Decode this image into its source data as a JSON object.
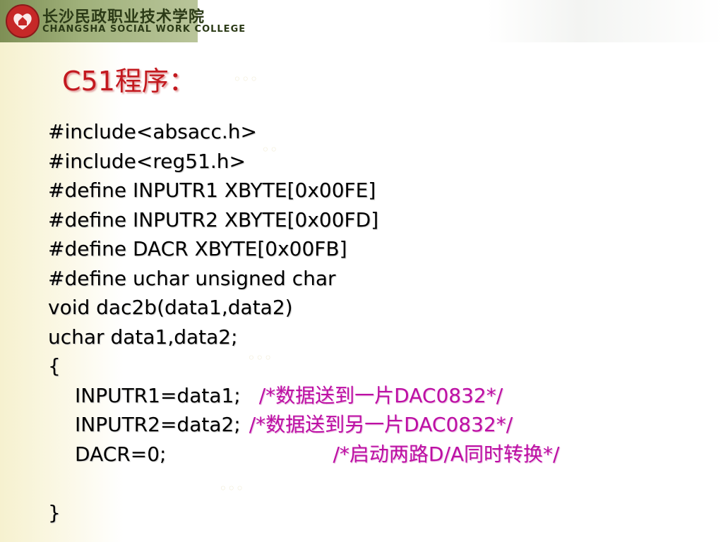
{
  "header": {
    "college_cn": "长沙民政职业技术学院",
    "college_en": "CHANGSHA SOCIAL WORK COLLEGE",
    "logo_icon": "heart-emblem-icon"
  },
  "title": "C51程序：",
  "code": {
    "lines": [
      "#include<absacc.h>",
      "#include<reg51.h>",
      "#define INPUTR1 XBYTE[0x00FE]",
      "#define INPUTR2 XBYTE[0x00FD]",
      "#define DACR XBYTE[0x00FB]",
      "#define uchar unsigned char",
      "void dac2b(data1,data2)",
      "uchar data1,data2;",
      "{"
    ],
    "statements": [
      {
        "code": "INPUTR1=data1;",
        "comment": "/*数据送到一片DAC0832*/"
      },
      {
        "code": "INPUTR2=data2;",
        "comment": "/*数据送到另一片DAC0832*/"
      },
      {
        "code": "DACR=0;",
        "comment": "/*启动两路D/A同时转换*/"
      }
    ],
    "closing": "}"
  },
  "colors": {
    "title": "#c3191f",
    "comment": "#bd0fa4",
    "code": "#000000"
  }
}
